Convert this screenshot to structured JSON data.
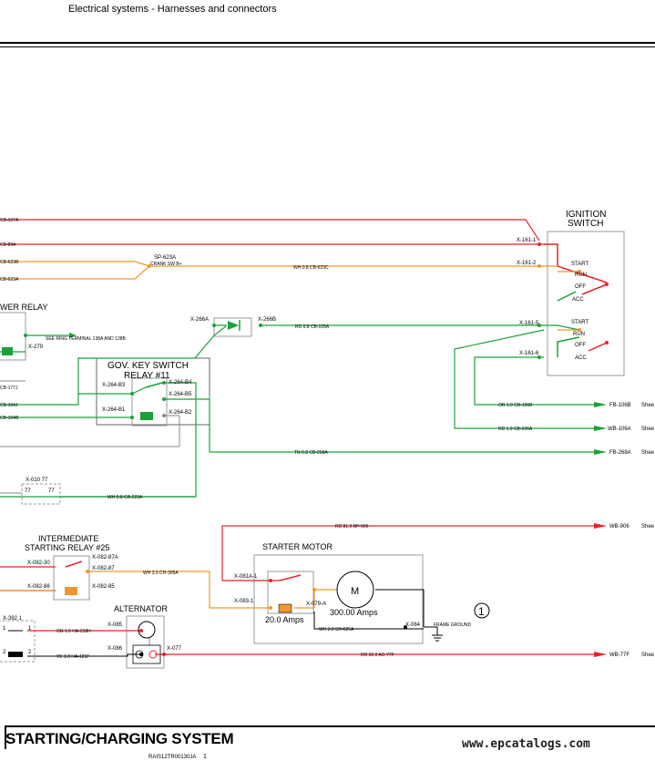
{
  "header": {
    "title": "Electrical systems - Harnesses and connectors"
  },
  "components": {
    "ignition_switch": {
      "title_1": "IGNITION",
      "title_2": "SWITCH",
      "pos_start_1": "START",
      "pos_run_1": "RUN",
      "pos_off_1": "OFF",
      "pos_acc_1": "ACC",
      "pos_start_2": "START",
      "pos_run_2": "RUN",
      "pos_off_2": "OFF",
      "pos_acc_2": "ACC"
    },
    "power_relay": {
      "title": "WER RELAY"
    },
    "gov_key_switch_relay": {
      "title_1": "GOV. KEY SWITCH",
      "title_2": "RELAY #11"
    },
    "intermediate_starting_relay": {
      "title_1": "INTERMEDIATE",
      "title_2": "STARTING RELAY #25"
    },
    "starter_motor": {
      "title": "STARTER MOTOR",
      "motor_symbol": "M",
      "motor_rating": "300.00 Amps",
      "solenoid_rating": "20.0 Amps"
    },
    "alternator": {
      "title": "ALTERNATOR"
    },
    "splice": {
      "name": "SP-623A",
      "desc": "CRANK SW B+"
    },
    "frame_ground": "FRAME GROUND",
    "callout_number": "1",
    "see_ring_terminal": "SEE RING TERMINAL 138A AND 138B"
  },
  "connectors": {
    "x161_1": "X-161-1",
    "x161_2": "X-161-2",
    "x161_5": "X-161-5",
    "x161_6": "X-161-6",
    "x279": "X-279",
    "x266a": "X-266A",
    "x266b": "X-266B",
    "x264_b3": "X-264-B3",
    "x264_b4": "X-264-B4",
    "x264_b5": "X-264-B5",
    "x264_b1": "X-264-B1",
    "x264_b2": "X-264-B2",
    "x010": "X-010 77",
    "x010_pin_a": "77",
    "x010_pin_b": "77",
    "x082_30": "X-082-30",
    "x082_87a": "X-082-87A",
    "x082_87": "X-082-87",
    "x082_86": "X-082-86",
    "x082_85": "X-082-85",
    "x392": "X-392 1",
    "x392_pin1": "1",
    "x392_pin1b": "1",
    "x392_pin2": "2",
    "x392_pin2b": "2",
    "x085": "X-085",
    "x086": "X-086",
    "x077": "X-077",
    "x081a": "X-081A-1",
    "x083": "X-083-1",
    "x079a": "X-079-A",
    "x084": "X-084"
  },
  "wires": {
    "cb107a": "CB-107A",
    "cb89a": "CB-89A",
    "cb623b": "CB-623B",
    "cb623a": "CB-623A",
    "wh623c": "WH 0.8 CB-623C",
    "rd105a": "RD 0.8 CB-105A",
    "cb177j": "CB-177J",
    "cb104j": "CB-104J",
    "cb104b": "CB-104B",
    "or106b": "OR 1.0 CB-106B",
    "rd106a": "RD 1.0 CB-106A",
    "tn268a": "TN 0.8 CB-268A",
    "wh223a": "WH 0.8 CB-223A",
    "rd906": "RD 81.0 BP-906",
    "wh305a": "WH 3.0 CH-305A",
    "wh625a": "WH 3.0 SR-625A",
    "gn218h": "GN 1.0 HA-218H",
    "ye121f": "YE 1.0 HA-121F",
    "rd77f": "RD 32.0 AC-77F"
  },
  "sheet_refs": {
    "fb106b": "FB-106B",
    "wb106a": "WB-106A",
    "fb268a": "FB-268A",
    "wb906": "WB-906",
    "wb77f": "WB-77F",
    "sheet_word": "Shee"
  },
  "footer": {
    "title": "STARTING/CHARGING SYSTEM",
    "code": "RAIS12TR00130JA",
    "page": "1",
    "watermark": "www.epcatalogs.com"
  },
  "colors": {
    "red": "#e8232a",
    "orange": "#f0962e",
    "green": "#1aa13a",
    "gray": "#888888"
  }
}
